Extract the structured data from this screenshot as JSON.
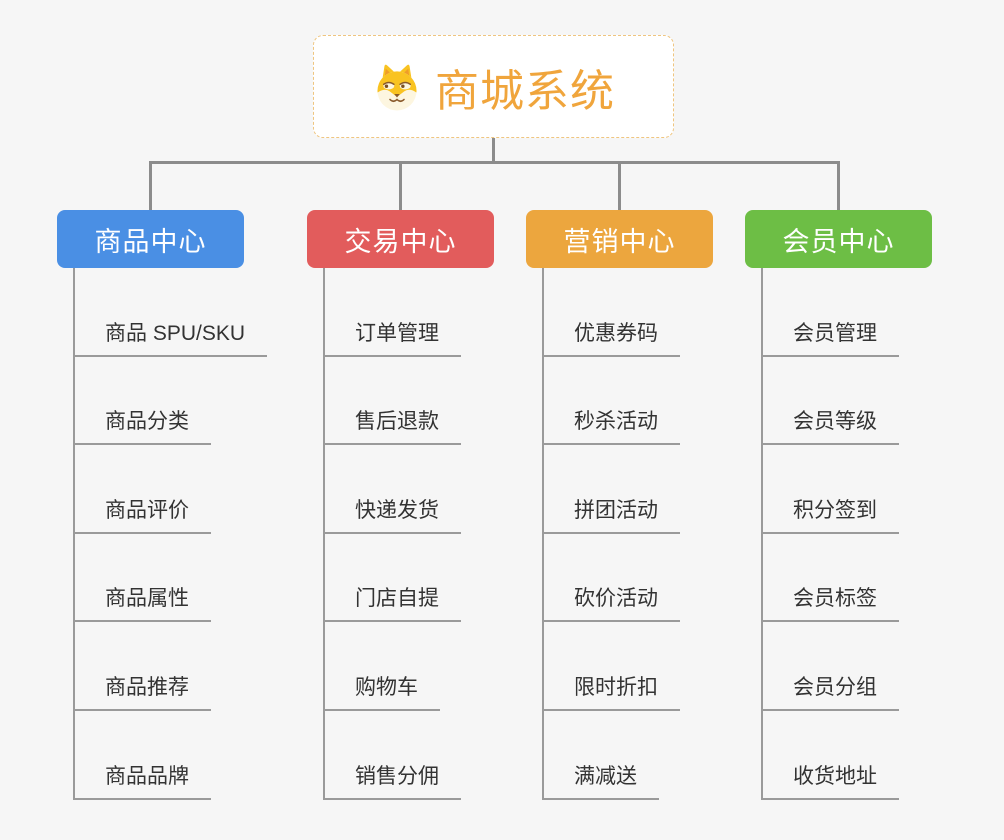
{
  "root": {
    "title": "商城系统",
    "icon": "dog-face-icon"
  },
  "branches": [
    {
      "label": "商品中心",
      "color": "#4a8fe4",
      "children": [
        "商品 SPU/SKU",
        "商品分类",
        "商品评价",
        "商品属性",
        "商品推荐",
        "商品品牌"
      ]
    },
    {
      "label": "交易中心",
      "color": "#e25c5c",
      "children": [
        "订单管理",
        "售后退款",
        "快递发货",
        "门店自提",
        "购物车",
        "销售分佣"
      ]
    },
    {
      "label": "营销中心",
      "color": "#eca63e",
      "children": [
        "优惠券码",
        "秒杀活动",
        "拼团活动",
        "砍价活动",
        "限时折扣",
        "满减送"
      ]
    },
    {
      "label": "会员中心",
      "color": "#6dbe45",
      "children": [
        "会员管理",
        "会员等级",
        "积分签到",
        "会员标签",
        "会员分组",
        "收货地址"
      ]
    }
  ],
  "colors": {
    "background": "#f6f6f6",
    "connector": "#8c8c8c",
    "leaf_line": "#9a9a9a",
    "root_border": "#efc57f",
    "root_text": "#f0a53c",
    "leaf_text": "#333333"
  }
}
